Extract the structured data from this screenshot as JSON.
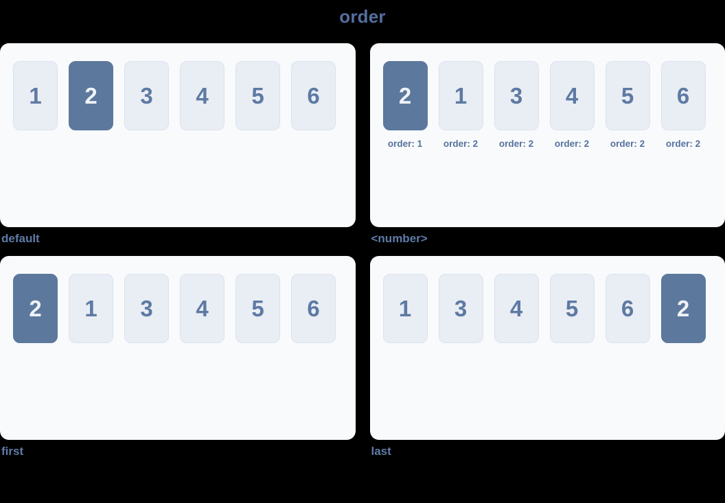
{
  "page": {
    "title": "order",
    "background_color": "#000000"
  },
  "colors": {
    "title_text": "#546ea0",
    "caption_text": "#5e7ba8",
    "panel_bg": "#f8fafc",
    "item_bg": "#e9edf4",
    "item_border": "#dce3ee",
    "item_number_text": "#5d7aa3",
    "highlight_bg": "#5c789d",
    "highlight_text": "#eff3f8",
    "order_label_text": "#56719c"
  },
  "panels": [
    {
      "caption": "default",
      "items": [
        {
          "label": "1",
          "highlighted": false
        },
        {
          "label": "2",
          "highlighted": true
        },
        {
          "label": "3",
          "highlighted": false
        },
        {
          "label": "4",
          "highlighted": false
        },
        {
          "label": "5",
          "highlighted": false
        },
        {
          "label": "6",
          "highlighted": false
        }
      ]
    },
    {
      "caption": "<number>",
      "items": [
        {
          "label": "2",
          "highlighted": true,
          "order_label": "order: 1"
        },
        {
          "label": "1",
          "highlighted": false,
          "order_label": "order: 2"
        },
        {
          "label": "3",
          "highlighted": false,
          "order_label": "order: 2"
        },
        {
          "label": "4",
          "highlighted": false,
          "order_label": "order: 2"
        },
        {
          "label": "5",
          "highlighted": false,
          "order_label": "order: 2"
        },
        {
          "label": "6",
          "highlighted": false,
          "order_label": "order: 2"
        }
      ]
    },
    {
      "caption": "first",
      "items": [
        {
          "label": "2",
          "highlighted": true
        },
        {
          "label": "1",
          "highlighted": false
        },
        {
          "label": "3",
          "highlighted": false
        },
        {
          "label": "4",
          "highlighted": false
        },
        {
          "label": "5",
          "highlighted": false
        },
        {
          "label": "6",
          "highlighted": false
        }
      ]
    },
    {
      "caption": "last",
      "items": [
        {
          "label": "1",
          "highlighted": false
        },
        {
          "label": "3",
          "highlighted": false
        },
        {
          "label": "4",
          "highlighted": false
        },
        {
          "label": "5",
          "highlighted": false
        },
        {
          "label": "6",
          "highlighted": false
        },
        {
          "label": "2",
          "highlighted": true
        }
      ]
    }
  ]
}
